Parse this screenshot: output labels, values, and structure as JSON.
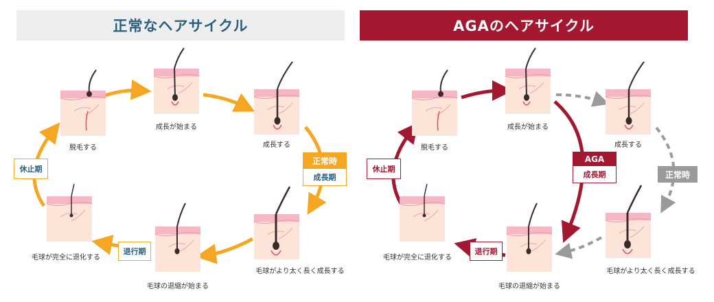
{
  "panels": {
    "normal": {
      "title": "正常なヘアサイクル"
    },
    "aga": {
      "title": "AGAのヘアサイクル"
    }
  },
  "stages": {
    "shedding": "脱毛する",
    "growth_start": "成長が始まる",
    "growing": "成長する",
    "thicker": "毛球がより太く長く成長する",
    "regression_start": "毛球の退縮が始まる",
    "regressed": "毛球が完全に退化する"
  },
  "phases": {
    "rest": "休止期",
    "regression": "退行期",
    "growth": "成長期",
    "normal_time": "正常時",
    "aga": "AGA"
  },
  "colors": {
    "normal_header_bg": "#eeeeee",
    "normal_header_text": "#2a5f7f",
    "aga_accent": "#a31830",
    "normal_arrow": "#f5a623",
    "dashed_arrow": "#9a9a9a",
    "skin": "#fde4d8",
    "skin_top": "#f6b7c4"
  }
}
